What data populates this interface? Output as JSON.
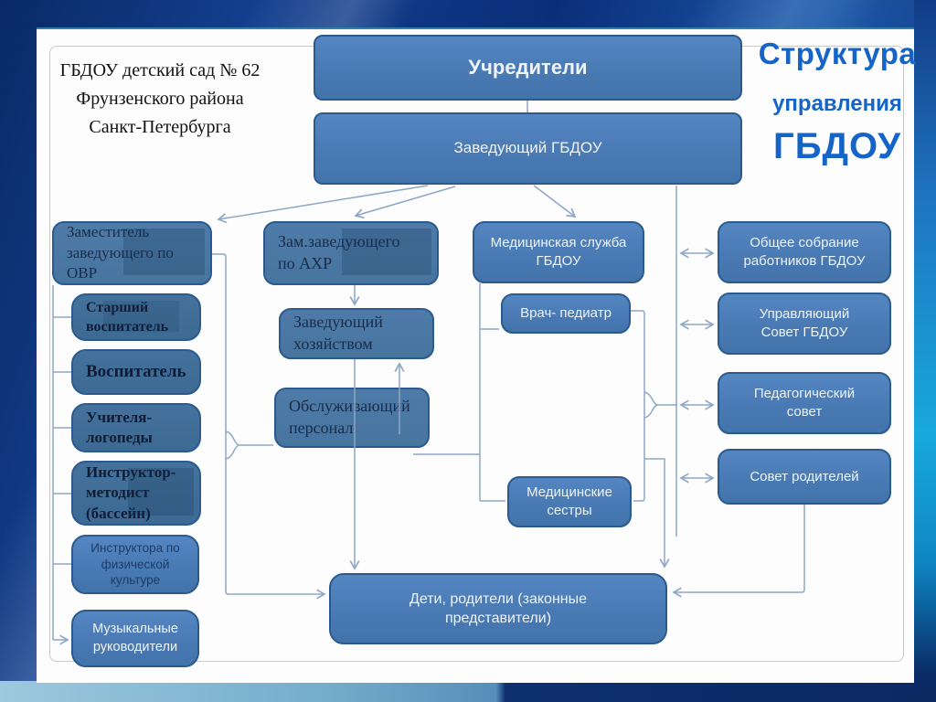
{
  "org": {
    "line1": "ГБДОУ детский сад № 62",
    "line2": "Фрунзенского района",
    "line3": "Санкт-Петербурга"
  },
  "title": {
    "line1": "Структура",
    "line2": "управления",
    "line3": "ГБДОУ"
  },
  "boxes": {
    "uchrediteli": "Учредители",
    "zaveduyushchiy": "Заведующий ГБДОУ",
    "zam_ovr": "Заместитель заведующего по ОВР",
    "starshiy_vospitatel": "Старший воспитатель",
    "vospitatel": "Воспитатель",
    "uchitelya_logopedy": "Учителя-логопеды",
    "instruktor_metodist": "Инструктор-методист (бассейн)",
    "instruktora_fizkultura": "Инструктора по физической культуре",
    "muzykalnye_rukovoditeli": "Музыкальные руководители",
    "zam_ahr": "Зам.заведующего по АХР",
    "zav_hozyaystvom": "Заведующий хозяйством",
    "obsluzhivayushchiy_personal": "Обслуживающий персонал",
    "med_sluzhba": "Медицинская служба ГБДОУ",
    "vrach_pediatr": "Врач- педиатр",
    "med_sestry": "Медицинские сестры",
    "obshchee_sobranie": "Общее собрание работников ГБДОУ",
    "upravlyayushchiy_sovet": "Управляющий Совет ГБДОУ",
    "pedagogicheskiy_sovet": "Педагогический совет",
    "sovet_roditeley": "Совет родителей",
    "deti_roditeli": "Дети, родители (законные представители)"
  },
  "colors": {
    "box_fill": "#4a7ab4",
    "box_border": "#2b5a8e",
    "connector": "#8ea6c6",
    "title_blue": "#1565c8",
    "frame_navy": "#0b2d6e",
    "band_cyan": "#17a9dc"
  }
}
